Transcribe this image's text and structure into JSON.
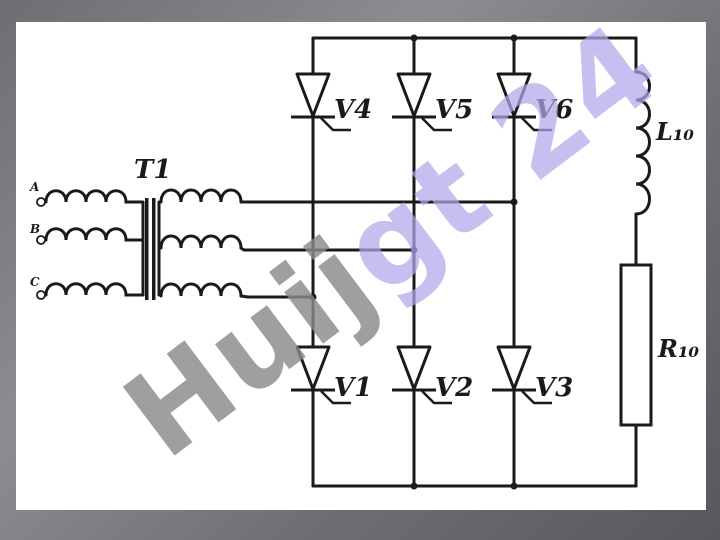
{
  "diagram": {
    "transformer_label": "T1",
    "phase_labels": [
      "A",
      "B",
      "C"
    ],
    "upper_thyristors": [
      "V4",
      "V5",
      "V6"
    ],
    "lower_thyristors": [
      "V1",
      "V2",
      "V3"
    ],
    "inductor_label": "L₁₀",
    "resistor_label": "R₁₀"
  },
  "watermark": {
    "text_dark": "Huij",
    "text_light": "gt 24",
    "color_dark": "#8a8a8a",
    "color_light": "#b3a6ea"
  },
  "colors": {
    "background": "#7a7a7e",
    "canvas": "#ffffff",
    "ink": "#1a1a1a"
  }
}
